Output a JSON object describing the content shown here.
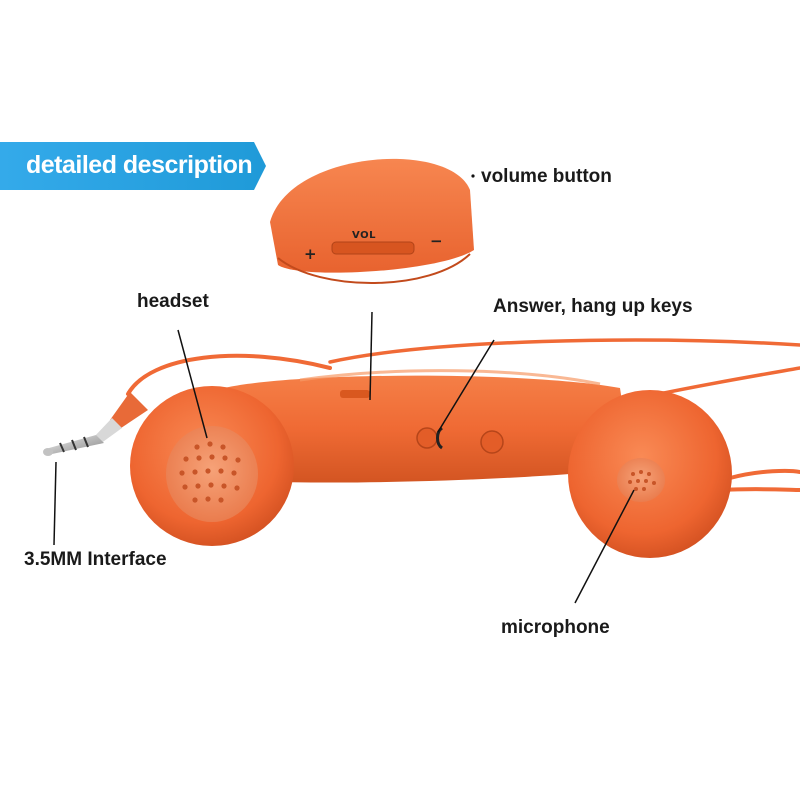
{
  "banner": {
    "text": "detailed description"
  },
  "callouts": {
    "volume_button": "volume button",
    "headset": "headset",
    "answer_keys": "Answer, hang up keys",
    "interface": "3.5MM Interface",
    "microphone": "microphone"
  },
  "product_markings": {
    "vol": "VOL",
    "plus": "+",
    "minus": "−"
  },
  "colors": {
    "body": "#f06a36",
    "body_shadow": "#c84c22",
    "banner": "#29a3e3",
    "jack": "#c8c8c8",
    "leader_line": "#111111"
  }
}
